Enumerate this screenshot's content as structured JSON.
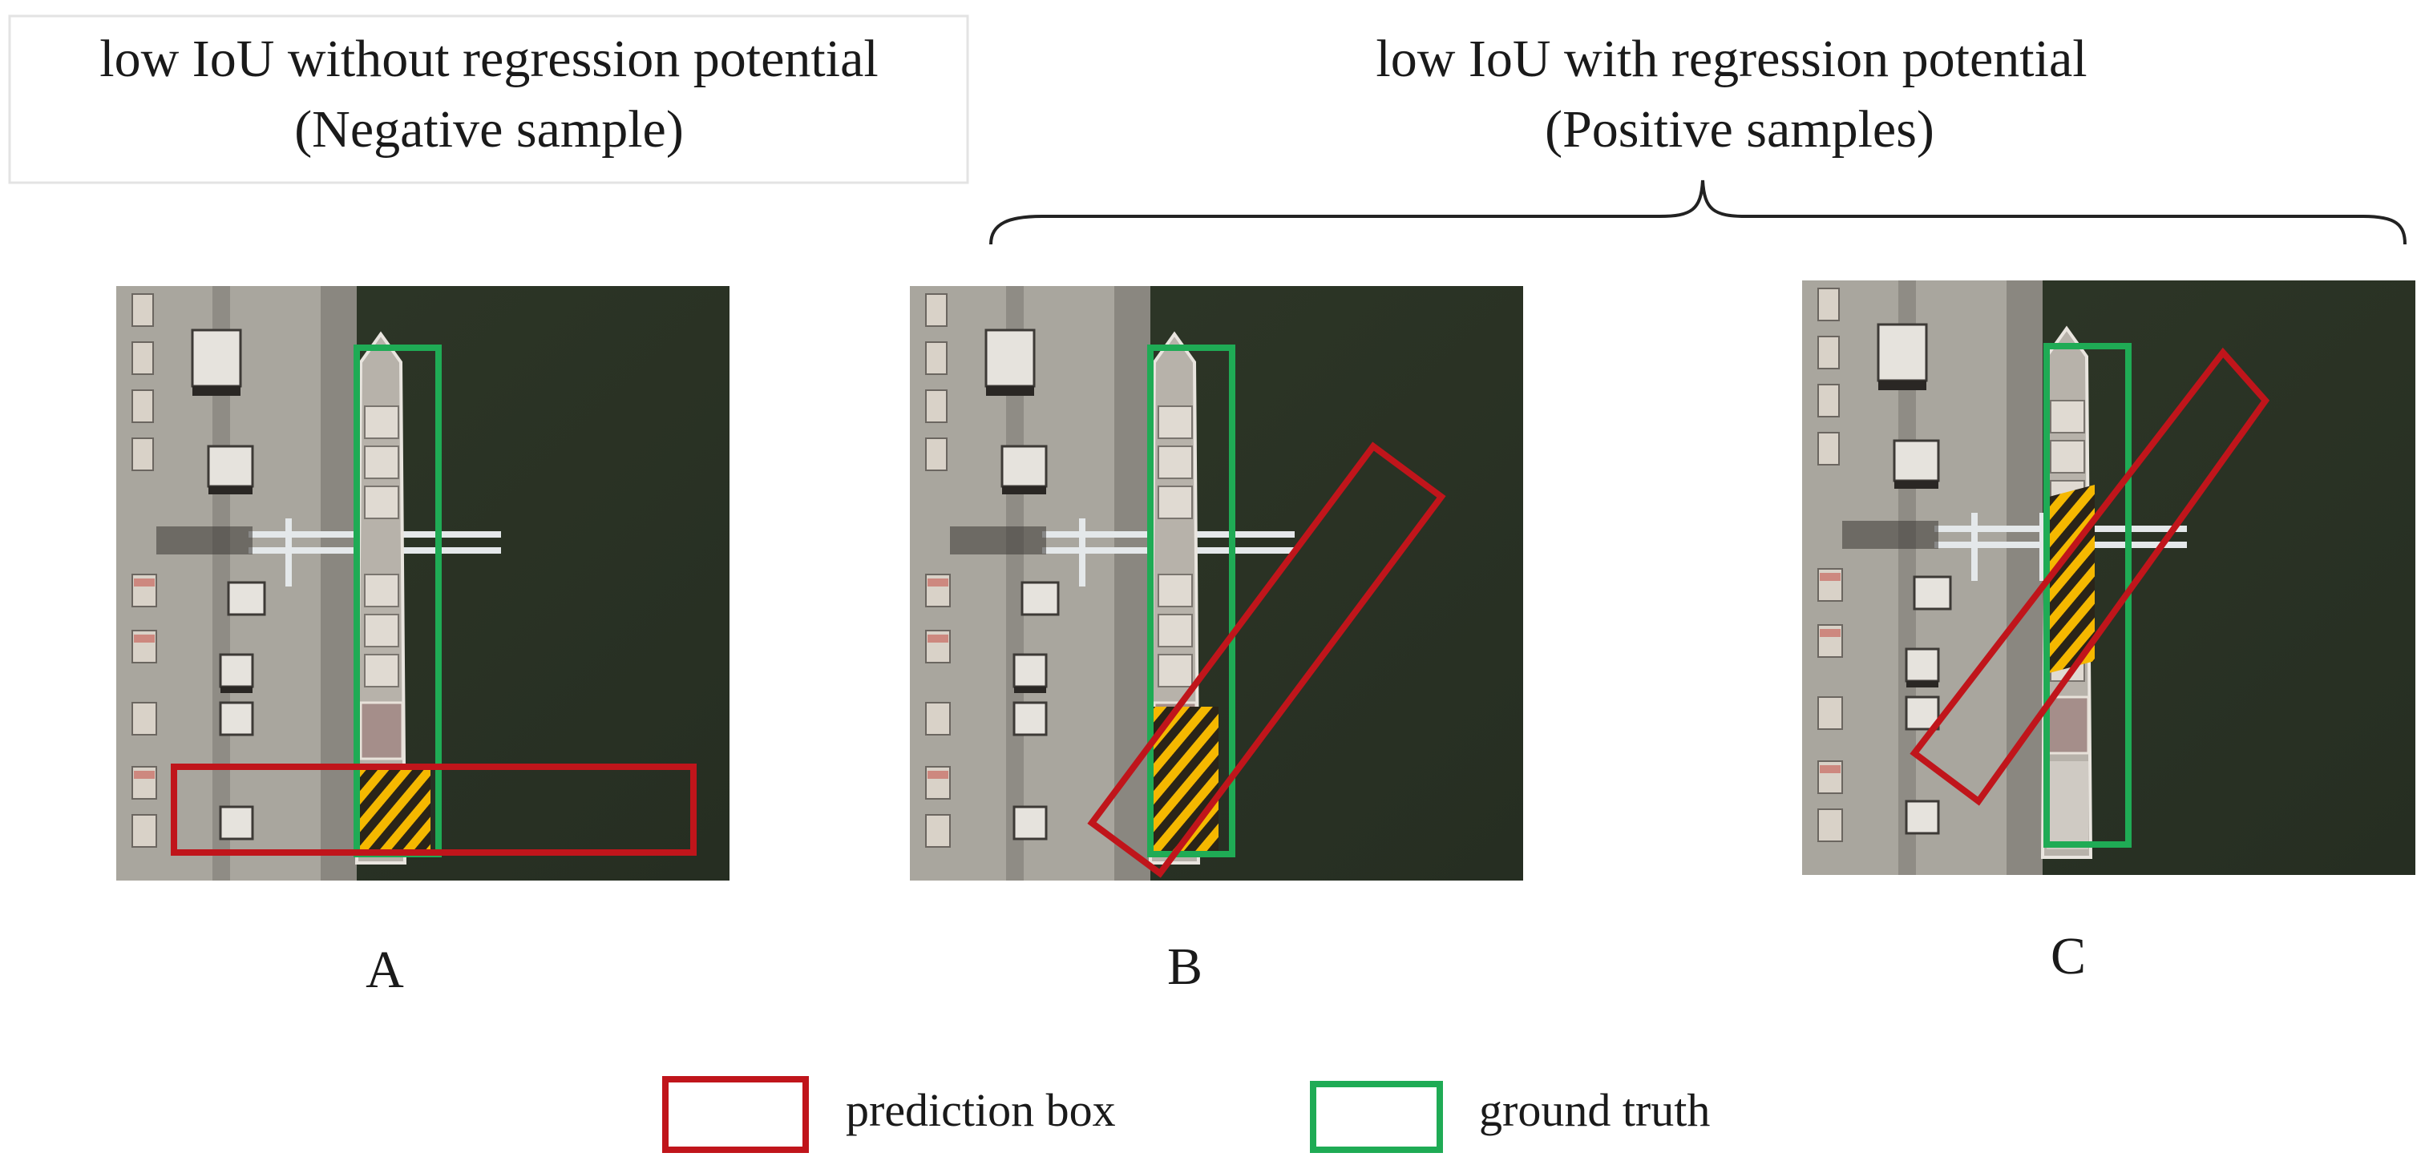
{
  "captions": {
    "negative_line1": "low IoU  without regression potential",
    "negative_line2": "(Negative sample)",
    "positive_line1": "low IoU  with regression potential",
    "positive_line2": "(Positive samples)"
  },
  "panels": [
    {
      "label": "A"
    },
    {
      "label": "B"
    },
    {
      "label": "C"
    }
  ],
  "legend": {
    "prediction_label": "prediction box",
    "ground_truth_label": "ground truth"
  },
  "colors": {
    "prediction": "#c0151b",
    "ground_truth": "#1fab55",
    "overlap_hatch": "#f5b800",
    "water": "#2c3425",
    "land": "#a7a49c"
  }
}
